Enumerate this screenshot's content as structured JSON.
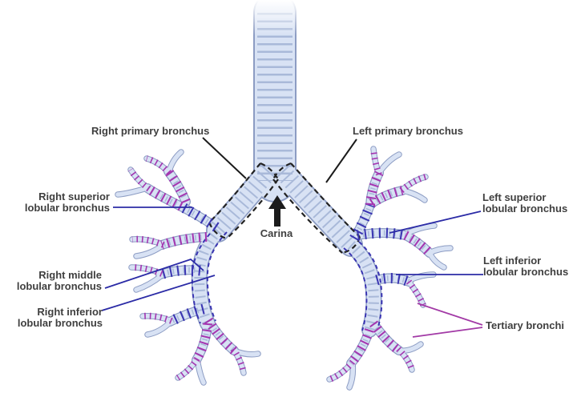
{
  "labels": {
    "right_primary": "Right primary bronchus",
    "left_primary": "Left primary bronchus",
    "right_superior": "Right superior lobular bronchus",
    "right_middle": "Right middle lobular bronchus",
    "right_inferior": "Right inferior lobular bronchus",
    "left_superior": "Left superior lobular bronchus",
    "left_inferior": "Left inferior lobular bronchus",
    "tertiary": "Tertiary bronchi",
    "carina": "Carina"
  },
  "colors": {
    "background": "#ffffff",
    "label_text": "#3f3f3f",
    "leader_black": "#1b1b1b",
    "leader_blue": "#2b2ba6",
    "leader_purple": "#a23aa6",
    "airway_fill": "#d8e2f4",
    "airway_outline": "#8c9cc3",
    "ring_texture": "#a9b9d9",
    "dash_blue": "#3a35b2",
    "dash_purple": "#a435b0",
    "dash_black": "#222222",
    "arrow": "#1b1b1b"
  }
}
